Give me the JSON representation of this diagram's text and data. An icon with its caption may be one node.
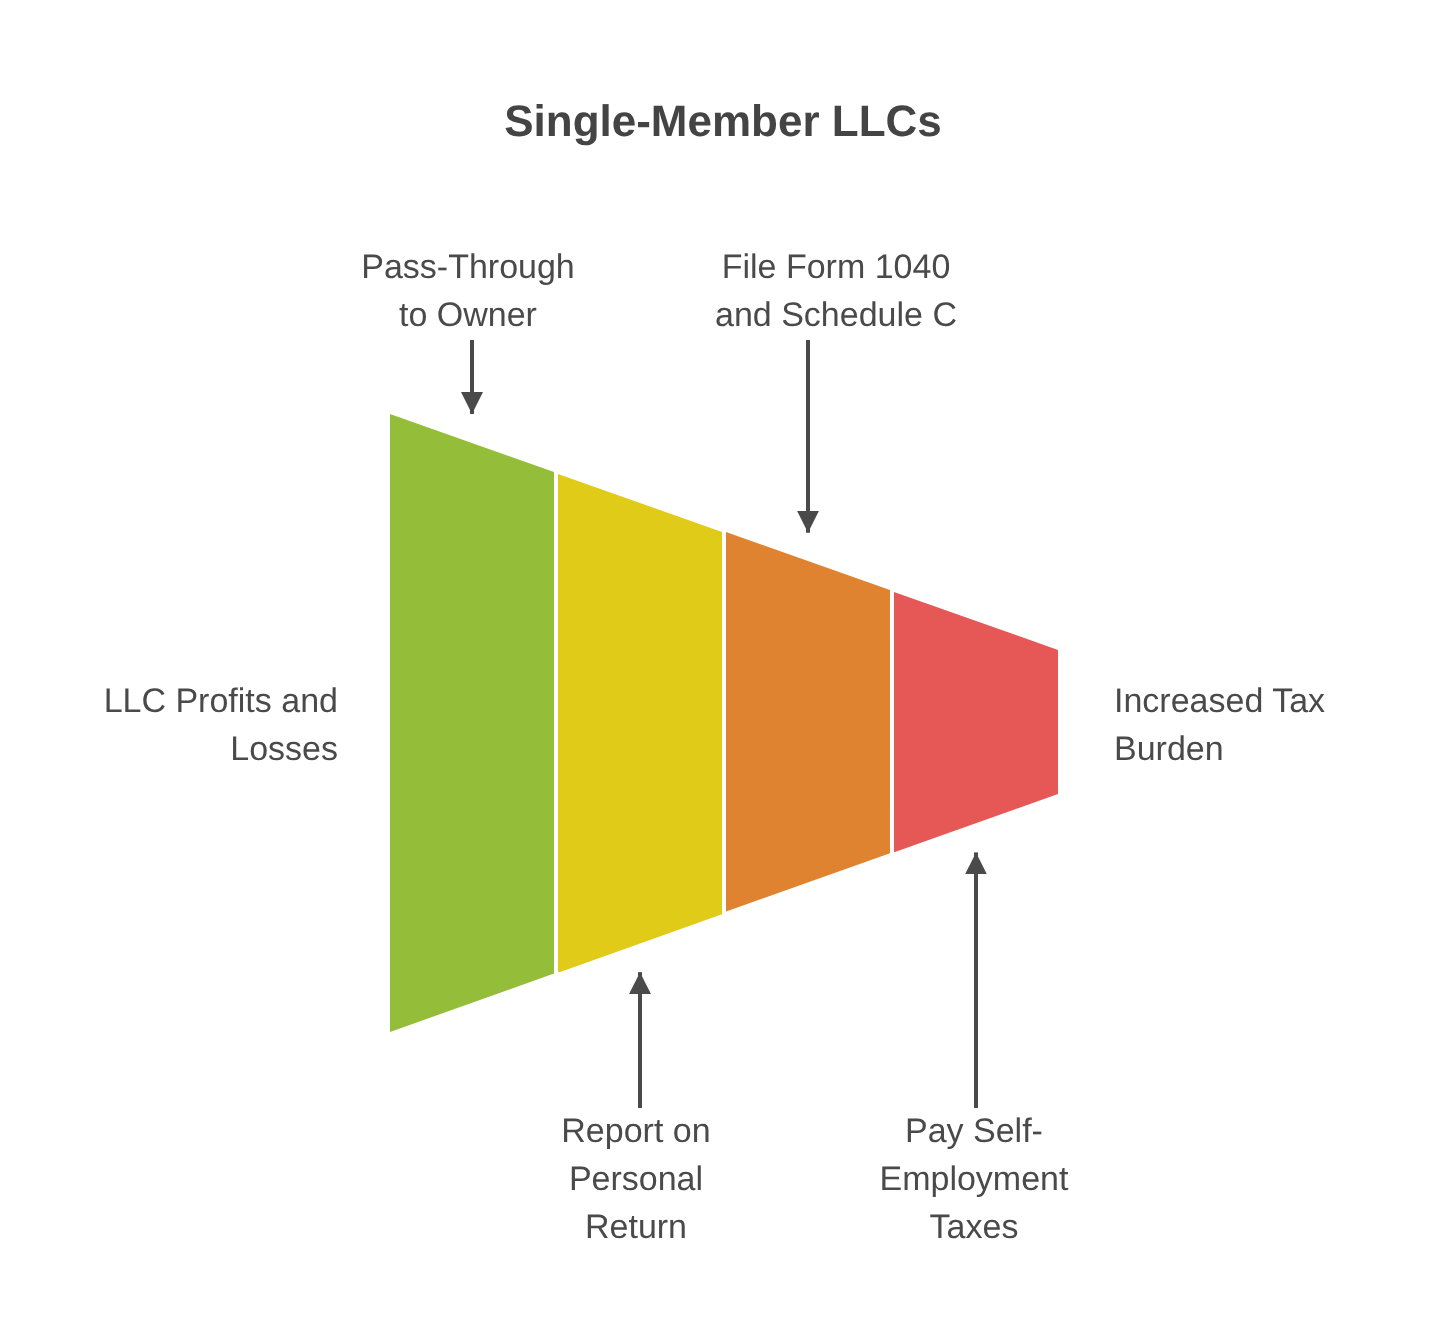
{
  "diagram": {
    "title": "Single-Member LLCs",
    "nodes": [
      {
        "text": [
          "Pass-Through to Owner"
        ]
      },
      {
        "text": [
          "File Form 1040 and Schedule C"
        ]
      },
      {
        "text": [],
        "shape": "trapezoid"
      },
      {
        "text": [],
        "shape": "trapezoid"
      },
      {
        "text": [],
        "shape": "trapezoid"
      },
      {
        "text": [],
        "shape": "trapezoid"
      },
      {
        "text": [
          "Report on Personal Return"
        ]
      },
      {
        "text": [
          "Pay Self-Employment Taxes"
        ]
      }
    ],
    "edges": [
      {
        "from": 0,
        "to": 2,
        "arrow": "to"
      },
      {
        "from": 1,
        "to": 4,
        "arrow": "to"
      },
      {
        "from": 6,
        "to": 3,
        "arrow": "to"
      },
      {
        "from": 7,
        "to": 5,
        "arrow": "to"
      }
    ],
    "labels": [
      "LLC Profits and Losses",
      "Increased Tax Burden"
    ]
  }
}
